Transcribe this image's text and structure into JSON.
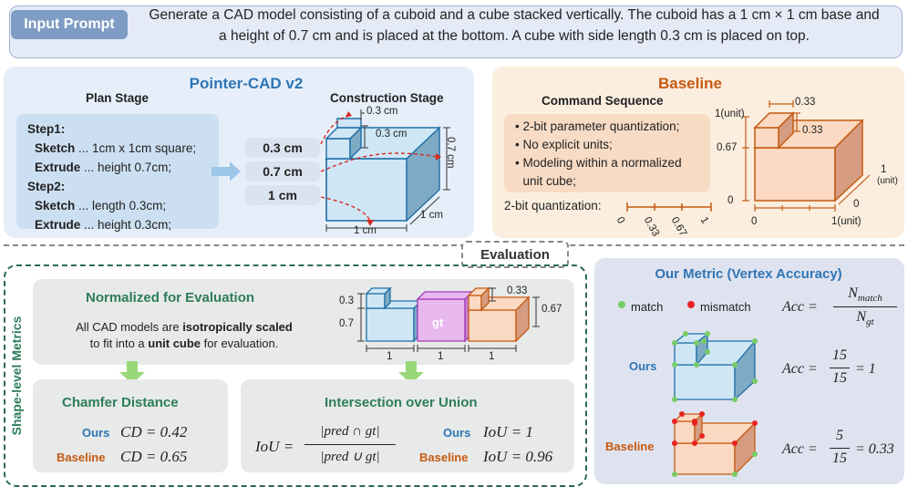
{
  "prompt": {
    "label": "Input Prompt",
    "text": "Generate a CAD model consisting of a cuboid and a cube stacked vertically. The cuboid has a 1 cm × 1 cm base and a height of 0.7 cm and is placed at the bottom. A cube with side length 0.3 cm is placed on top."
  },
  "pointer": {
    "title": "Pointer-CAD v2",
    "plan_title": "Plan Stage",
    "construction_title": "Construction Stage",
    "steps": [
      {
        "label": "Step1:",
        "sketch_kw": "Sketch",
        "sketch": " ... 1cm x 1cm square;",
        "extrude_kw": "Extrude",
        "extrude": " ... height 0.7cm;"
      },
      {
        "label": "Step2:",
        "sketch_kw": "Sketch",
        "sketch": " ... length 0.3cm;",
        "extrude_kw": "Extrude",
        "extrude": " ... height 0.3cm;"
      }
    ],
    "chips": [
      "0.3 cm",
      "0.7 cm",
      "1 cm"
    ],
    "dims": {
      "top_width": "0.3 cm",
      "top_height": "0.3 cm",
      "height": "0.7 cm",
      "depth": "1 cm",
      "width": "1 cm"
    }
  },
  "baseline": {
    "title": "Baseline",
    "cmd_title": "Command Sequence",
    "bullets": [
      "2-bit parameter quantization;",
      "No explicit units;",
      "Modeling within a normalized unit cube;"
    ],
    "quant_label": "2-bit quantization:",
    "quant_ticks": [
      "0",
      "0.33",
      "0.67",
      "1"
    ],
    "dims": {
      "top": "0.33",
      "top_h": "0.33",
      "y_unit": "1(unit)",
      "y_067": "0.67",
      "y_0": "0",
      "x_0": "0",
      "x_unit": "1(unit)",
      "z_1": "1",
      "z_unit": "(unit)",
      "z_0": "0"
    }
  },
  "evaluation": {
    "label": "Evaluation",
    "side_label": "Shape-level Metrics",
    "norm_title": "Normalized for Evaluation",
    "norm_text_1": "All CAD models are ",
    "norm_bold_1": "isotropically scaled",
    "norm_text_2": "to fit into a ",
    "norm_bold_2": "unit cube",
    "norm_text_3": " for evaluation.",
    "norm_dims": {
      "a": "0.3",
      "b": "0.7",
      "c": "0.33",
      "d": "0.67",
      "gt": "gt",
      "one": "1"
    },
    "chamfer": {
      "title": "Chamfer Distance",
      "ours_label": "Ours",
      "ours_value": "CD = 0.42",
      "base_label": "Baseline",
      "base_value": "CD = 0.65"
    },
    "iou": {
      "title": "Intersection over Union",
      "lhs": "IoU =",
      "num": "|pred ∩ gt|",
      "den": "|pred ∪ gt|",
      "ours_label": "Ours",
      "ours_value": "IoU = 1",
      "base_label": "Baseline",
      "base_value": "IoU = 0.96"
    }
  },
  "metric": {
    "title": "Our Metric (Vertex Accuracy)",
    "legend_match": "match",
    "legend_mismatch": "mismatch",
    "formula_lhs": "Acc =",
    "formula_num": "N",
    "formula_num_sub": "match",
    "formula_den": "N",
    "formula_den_sub": "gt",
    "ours_label": "Ours",
    "ours_lhs": "Acc =",
    "ours_num": "15",
    "ours_den": "15",
    "ours_res": "= 1",
    "base_label": "Baseline",
    "base_lhs": "Acc =",
    "base_num": "5",
    "base_den": "15",
    "base_res": "= 0.33"
  },
  "colors": {
    "blue_fill": "#cfe7f5",
    "blue_stroke": "#1f6fa8",
    "orange_fill": "#fbd9c2",
    "orange_stroke": "#c55a11",
    "gt_fill": "#e9b8ee",
    "gt_stroke": "#a23cb4",
    "match": "#77cc66",
    "mismatch": "#e8231f"
  }
}
